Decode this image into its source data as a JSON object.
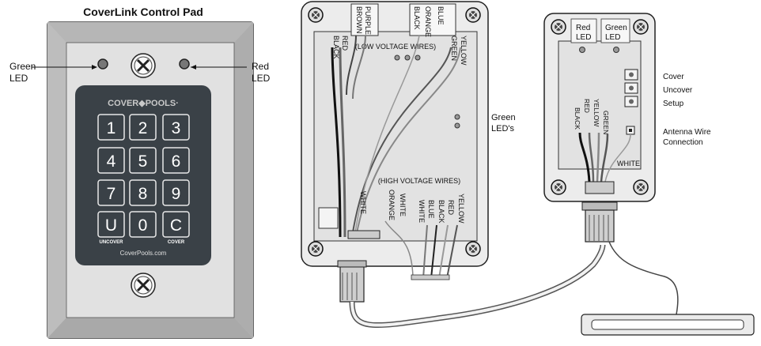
{
  "title": "CoverLink Control Pad",
  "keypad": {
    "green_led_label": [
      "Green",
      "LED"
    ],
    "red_led_label": [
      "Red",
      "LED"
    ],
    "brand": "COVER◆POOLS·",
    "keys": [
      "1",
      "2",
      "3",
      "4",
      "5",
      "6",
      "7",
      "8",
      "9",
      "U",
      "0",
      "C"
    ],
    "uncover_label": "UNCOVER",
    "cover_label": "COVER",
    "website": "CoverPools.com",
    "screw_icon": "screw-icon"
  },
  "control_box": {
    "top_wires": [
      "BROWN",
      "PURPLE",
      "BLACK",
      "ORANGE",
      "BLUE"
    ],
    "upper_wires": [
      "BLACK",
      "RED",
      "GREEN",
      "YELLOW"
    ],
    "low_voltage": "(LOW VOLTAGE WIRES)",
    "high_voltage": "(HIGH VOLTAGE WIRES)",
    "white_left": "WHITE",
    "hv_wires": [
      "ORANGE",
      "WHITE",
      "WHITE",
      "BLUE",
      "BLACK",
      "RED",
      "YELLOW"
    ],
    "green_leds_label": [
      "Green",
      "LED's"
    ]
  },
  "receiver": {
    "red_led": [
      "Red",
      "LED"
    ],
    "green_led": [
      "Green",
      "LED"
    ],
    "buttons": [
      "Cover",
      "Uncover",
      "Setup"
    ],
    "wires": [
      "BLACK",
      "RED",
      "YELLOW",
      "GREEN"
    ],
    "white": "WHITE",
    "antenna": [
      "Antenna Wire",
      "Connection"
    ]
  },
  "colors": {
    "keypad_face": "#3a4147",
    "plate": "#d9d9d9",
    "box": "#e2e2e2"
  }
}
